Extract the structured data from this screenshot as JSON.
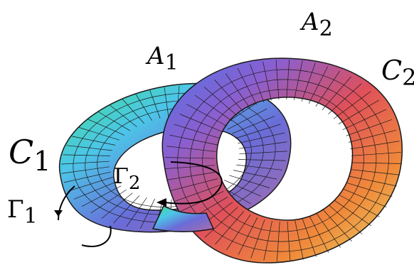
{
  "labels": {
    "a1": {
      "main": "A",
      "sub": "1"
    },
    "a2": {
      "main": "A",
      "sub": "2"
    },
    "c1": {
      "main": "C",
      "sub": "1"
    },
    "c2": {
      "main": "C",
      "sub": "2"
    },
    "gamma1": {
      "main": "Γ",
      "sub": "1"
    },
    "gamma2": {
      "main": "Γ",
      "sub": "2"
    }
  },
  "colors": {
    "torus1_gradient": [
      "#3fe08a",
      "#4cc6e8",
      "#6a6cd8",
      "#8a6cc0",
      "#c06aa8"
    ],
    "torus2_gradient": [
      "#4d76e8",
      "#8a5fd0",
      "#e0505a",
      "#f08a3a",
      "#f2c84a",
      "#e8e070"
    ],
    "mesh_line": "#1a1a1a",
    "curve": "#000000"
  }
}
